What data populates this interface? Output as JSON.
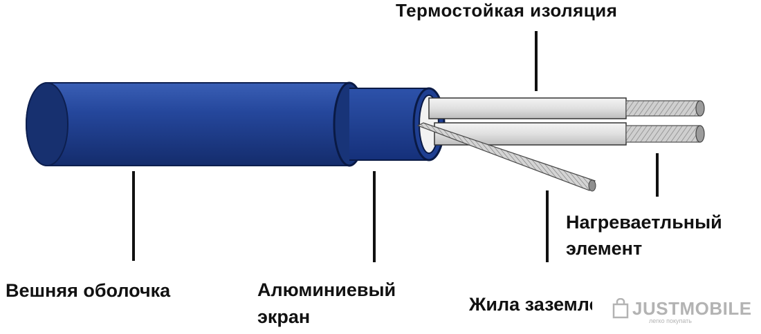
{
  "labels": {
    "insulation": "Термостойкая изоляция",
    "outer_sheath": "Вешняя оболочка",
    "aluminum_screen_line1": "Алюминиевый",
    "aluminum_screen_line2": "экран",
    "ground_wire": "Жила заземления",
    "heating_line1": "Нагреваетльный",
    "heating_line2": "элемент"
  },
  "watermark": {
    "brand": "JUSTMOBILE",
    "tagline": "легко покупать"
  },
  "colors": {
    "sheath": "#1f3d8c",
    "insulation": "#e3e3e3",
    "copper_strands": "#a8a8a8",
    "leader_lines": "#111111",
    "text": "#111111"
  }
}
